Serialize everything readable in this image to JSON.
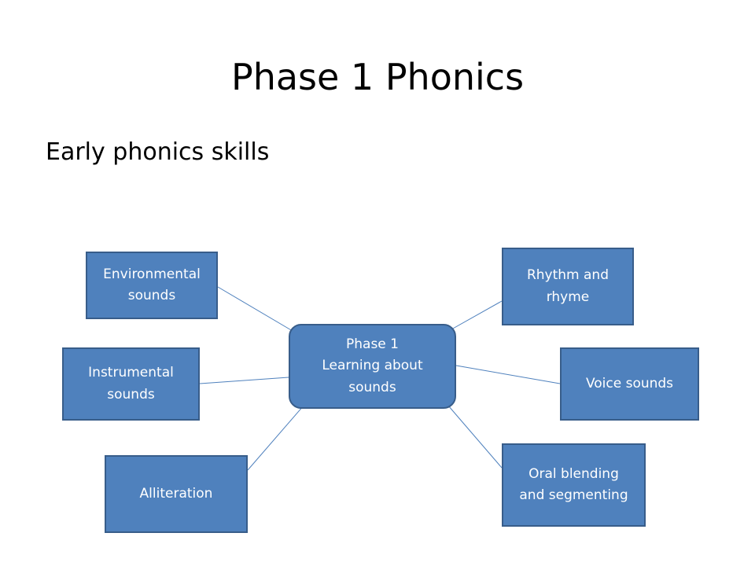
{
  "slide": {
    "title": "Phase 1 Phonics",
    "subtitle": "Early phonics skills"
  },
  "diagram": {
    "center": "Phase 1\nLearning about\nsounds",
    "nodes": {
      "environmental": "Environmental\nsounds",
      "instrumental": "Instrumental\nsounds",
      "alliteration": "Alliteration",
      "rhythm": "Rhythm and\nrhyme",
      "voice": "Voice sounds",
      "oral": "Oral blending\nand segmenting"
    }
  },
  "colors": {
    "node_fill": "#4f81bd",
    "node_border": "#385d8a",
    "node_text": "#ffffff",
    "connector": "#4f81bd"
  }
}
